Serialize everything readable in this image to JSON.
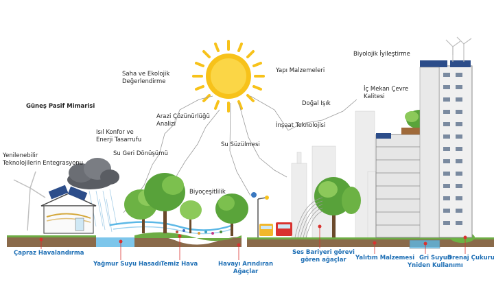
{
  "top_labels": {
    "gunes_pasif": "Güneş Pasif Mimarisi",
    "saha_ekoloji": "Saha ve Ekolojik\nDeğerlendirme",
    "yapi_malzemeleri": "Yapı Malzemeleri",
    "biyolojik": "Biyolojik İyileştirme",
    "ic_mekan": "İç Mekan Çevre\nKalitesi",
    "dogal_isik": "Doğal Işık",
    "insaat_tek": "İnşaat Teknolojisi",
    "arazi": "Arazi Çözünürlüğü\nAnalizi",
    "isil_konfor": "Isıl Konfor ve\nEnerji Tasarrufu",
    "su_geri": "Su Geri Dönüşümü",
    "su_suzulmesi": "Su Süzülmesi",
    "yenilenebilir": "Yenilenebilir\nTeknolojilerin Entegrasyonu",
    "biyocesitlilik": "Biyoçeşitlilik"
  },
  "bottom_labels": {
    "capraz": "Çapraz Havalandırma",
    "yagmur": "Yağmur Suyu Hasadı",
    "temiz_hava": "Temiz Hava",
    "havayi": "Havayı Arındıran\nAğaçlar",
    "ses_bariyeri": "Ses Bariyeri görevi\ngören ağaçlar",
    "yalitim": "Yalıtım Malzemesi",
    "gri_suyun": "Gri Suyun\nYniden Kullanımı",
    "drenaj": "Drenaj Çukuru"
  },
  "colors": {
    "sun": "#f7c21a",
    "tree": "#5aa43a",
    "water": "#5cb8e6",
    "label_blue": "#1e6fb5",
    "building": "#e9e9e9",
    "marker": "#d9322f"
  }
}
